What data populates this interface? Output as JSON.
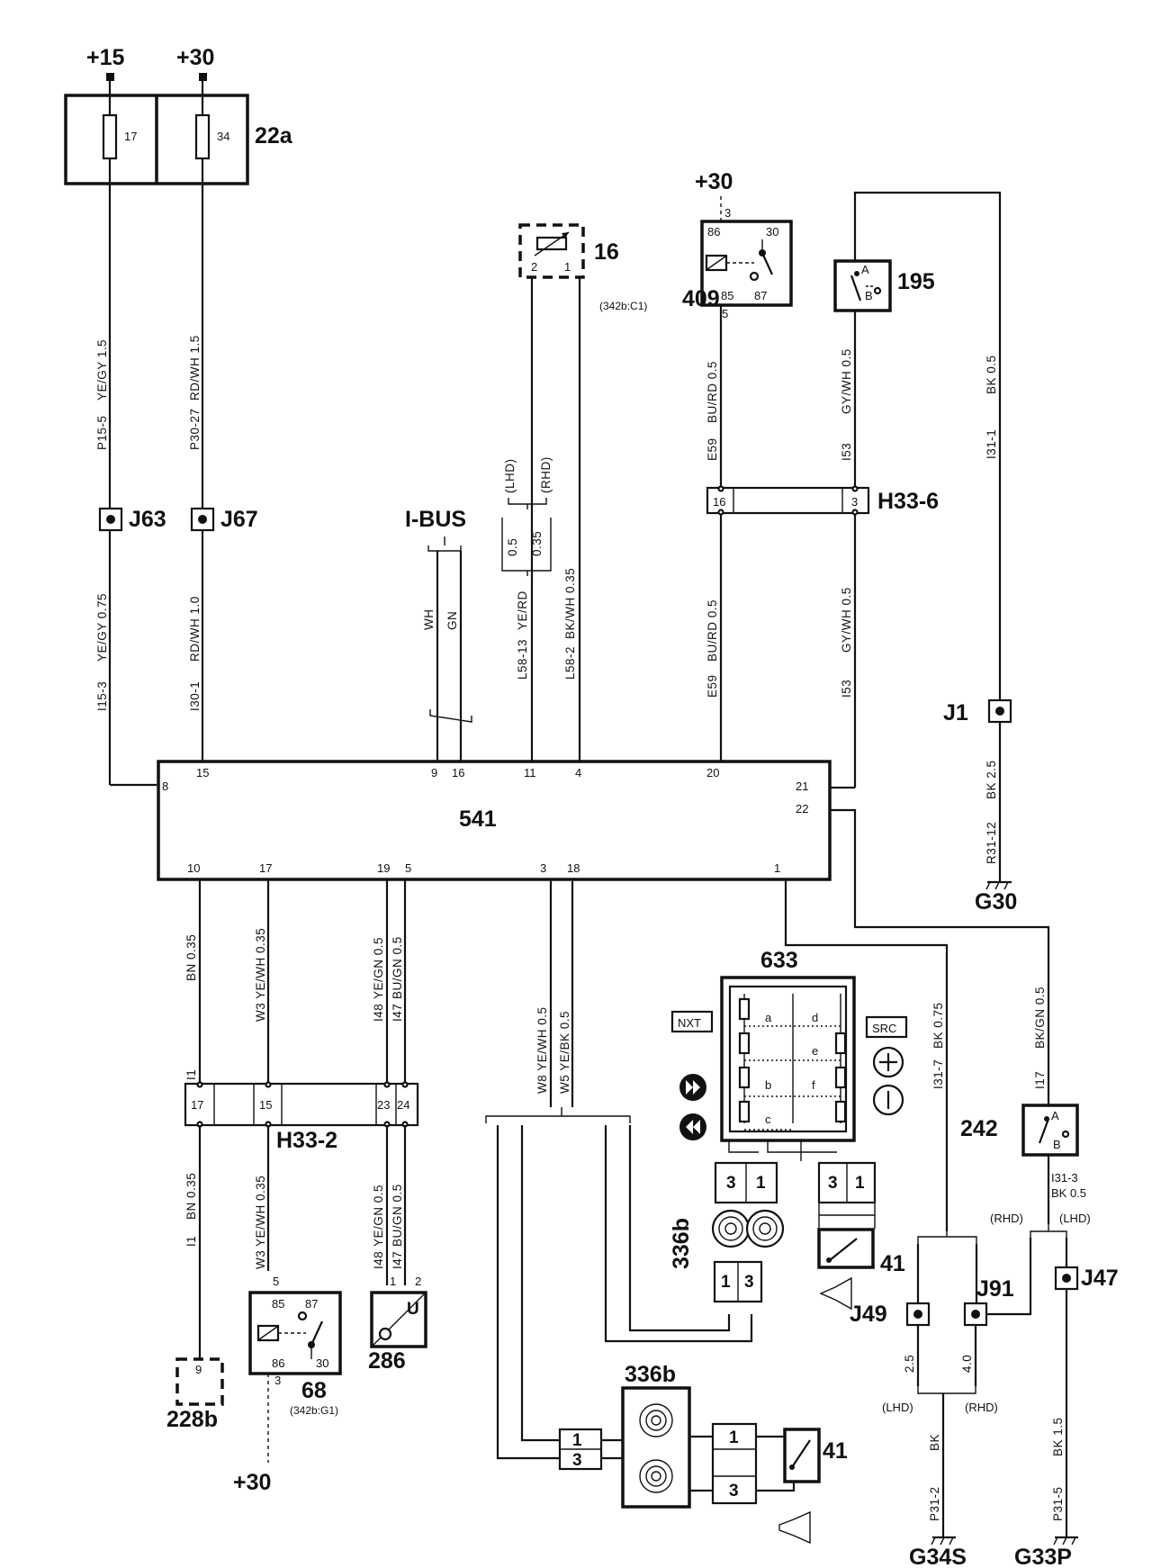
{
  "supplies": {
    "p15": "+15",
    "p30_top": "+30",
    "p30_409": "+30",
    "p30_68": "+30"
  },
  "components": {
    "c22a": "22a",
    "fuse17": "17",
    "fuse34": "34",
    "c16": "16",
    "c409": "409",
    "c409_ref": "(342b:C1)",
    "c195": "195",
    "c541": "541",
    "c633": "633",
    "c242": "242",
    "c286": "286",
    "c68": "68",
    "c68_ref": "(342b:G1)",
    "c228b": "228b",
    "c336b_a": "336b",
    "c336b_b": "336b",
    "c41_a": "41",
    "c41_b": "41",
    "btn_nxt": "NXT",
    "btn_src": "SRC",
    "sw_a": "a",
    "sw_b": "b",
    "sw_c": "c",
    "sw_d": "d",
    "sw_e": "e",
    "sw_f": "f"
  },
  "connectors": {
    "j63": "J63",
    "j67": "J67",
    "j1": "J1",
    "j49": "J49",
    "j91": "J91",
    "j47": "J47",
    "h33_6": "H33-6",
    "h33_2": "H33-2",
    "ibus": "I-BUS"
  },
  "grounds": {
    "g30": "G30",
    "g34s": "G34S",
    "g33p": "G33P"
  },
  "pins": {
    "r409_86": "86",
    "r409_30": "30",
    "r409_85": "85",
    "r409_87": "87",
    "r409_3": "3",
    "r409_5": "5",
    "r68_85": "85",
    "r68_87": "87",
    "r68_86": "86",
    "r68_30": "30",
    "r68_5": "5",
    "r68_3": "3",
    "s195_a": "A",
    "s195_b": "B",
    "s242_a": "A",
    "s242_b": "B",
    "p16_2": "2",
    "p16_1": "1",
    "m8": "8",
    "m15": "15",
    "m9": "9",
    "m16": "16",
    "m11": "11",
    "m4": "4",
    "m20": "20",
    "m21": "21",
    "m22": "22",
    "m10": "10",
    "m17": "17",
    "m19": "19",
    "m5": "5",
    "m3": "3",
    "m18": "18",
    "m1": "1",
    "h6_16": "16",
    "h6_3": "3",
    "h2_17": "17",
    "h2_15": "15",
    "h2_23": "23",
    "h2_24": "24",
    "u286": "U",
    "u286_1": "1",
    "u286_2": "2",
    "p228b": "9",
    "c633_3a": "3",
    "c633_1a": "1",
    "c633_3b": "3",
    "c633_1b": "1",
    "c336_1": "1",
    "c336_3": "3",
    "b1a": "1",
    "b3a": "3",
    "b1b": "1",
    "b3b": "3"
  },
  "wires": {
    "p15_5": "P15-5",
    "ye_gy_15": "YE/GY 1.5",
    "p30_27": "P30-27",
    "rd_wh_15": "RD/WH 1.5",
    "e59_top": "E59",
    "bu_rd_top": "BU/RD 0.5",
    "i53_top": "I53",
    "gy_wh_top": "GY/WH 0.5",
    "i31_1": "I31-1",
    "bk_05": "BK 0.5",
    "lhd_v": "(LHD)",
    "rhd_v": "(RHD)",
    "v05": "0.5",
    "v035": "0.35",
    "i15_3": "I15-3",
    "ye_gy_075": "YE/GY 0.75",
    "i30_1": "I30-1",
    "rd_wh_10": "RD/WH 1.0",
    "wh": "WH",
    "gn": "GN",
    "l58_13": "L58-13",
    "ye_rd": "YE/RD",
    "l58_2": "L58-2",
    "bk_wh": "BK/WH 0.35",
    "e59_mid": "E59",
    "bu_rd_mid": "BU/RD 0.5",
    "i53_mid": "I53",
    "gy_wh_mid": "GY/WH 0.5",
    "r31_12": "R31-12",
    "bk_25": "BK 2.5",
    "bn_035_a": "BN 0.35",
    "w3_a": "W3",
    "ye_wh_a": "YE/WH 0.35",
    "i48_a": "I48",
    "ye_gn_a": "YE/GN 0.5",
    "i47_a": "I47",
    "bu_gn_a": "BU/GN 0.5",
    "w8": "W8 YE/WH 0.5",
    "w5": "W5 YE/BK 0.5",
    "i31_7": "I31-7",
    "bk_075": "BK 0.75",
    "i17": "I17",
    "bk_gn": "BK/GN 0.5",
    "i1_a": "I1",
    "i1_b": "I1",
    "bn_035_b": "BN 0.35",
    "w3_b": "W3",
    "ye_wh_b": "YE/WH 0.35",
    "i48_b": "I48",
    "ye_gn_b": "YE/GN 0.5",
    "i47_b": "I47",
    "bu_gn_b": "BU/GN 0.5",
    "i31_3": "I31-3",
    "bk_05_b": "BK  0.5",
    "rhd_a": "(RHD)",
    "lhd_a": "(LHD)",
    "v25": "2.5",
    "v40": "4.0",
    "lhd_b": "(LHD)",
    "rhd_b": "(RHD)",
    "p31_2": "P31-2",
    "bk_p31_2": "BK",
    "p31_5": "P31-5",
    "bk_15": "BK 1.5"
  }
}
